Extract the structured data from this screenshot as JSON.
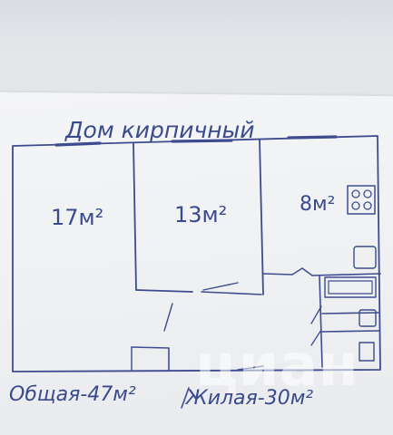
{
  "plan": {
    "title": "Дом кирпичный",
    "rooms": [
      {
        "area": "17м²"
      },
      {
        "area": "13м²"
      },
      {
        "area": "8м²"
      }
    ],
    "total_label": "Общая-47м²",
    "living_label": "Жилая-30м²"
  },
  "watermark": {
    "text": "циан"
  },
  "colors": {
    "ink": "#3a4a8c",
    "paper": "#f1f2f4",
    "background": "#dfe2e6"
  }
}
